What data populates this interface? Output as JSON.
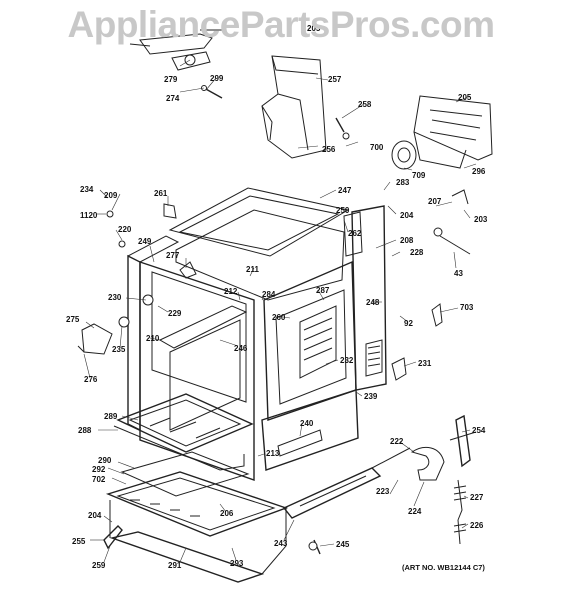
{
  "watermark": "AppliancePartsPros.com",
  "art_number": "(ART NO. WB12144 C7)",
  "callouts": {
    "c205a": "205",
    "c279": "279",
    "c299": "299",
    "c274": "274",
    "c257": "257",
    "c258": "258",
    "c205b": "205",
    "c700": "700",
    "c256": "256",
    "c709": "709",
    "c296": "296",
    "c234": "234",
    "c209": "209",
    "c261": "261",
    "c247": "247",
    "c283": "283",
    "c1120": "1120",
    "c250": "250",
    "c204a": "204",
    "c207": "207",
    "c203": "203",
    "c220": "220",
    "c262": "262",
    "c249": "249",
    "c277": "277",
    "c208": "208",
    "c228": "228",
    "c211": "211",
    "c43": "43",
    "c212": "212",
    "c284": "284",
    "c287": "287",
    "c230": "230",
    "c248": "248",
    "c229": "229",
    "c703": "703",
    "c260": "260",
    "c92": "92",
    "c275": "275",
    "c210": "210",
    "c235": "235",
    "c246": "246",
    "c232": "232",
    "c231": "231",
    "c276": "276",
    "c239": "239",
    "c289": "289",
    "c240": "240",
    "c288": "288",
    "c254": "254",
    "c222": "222",
    "c290": "290",
    "c213": "213",
    "c292": "292",
    "c702": "702",
    "c223": "223",
    "c227": "227",
    "c224": "224",
    "c206": "206",
    "c204b": "204",
    "c226": "226",
    "c255": "255",
    "c243": "243",
    "c245": "245",
    "c259": "259",
    "c291": "291",
    "c293": "293"
  }
}
